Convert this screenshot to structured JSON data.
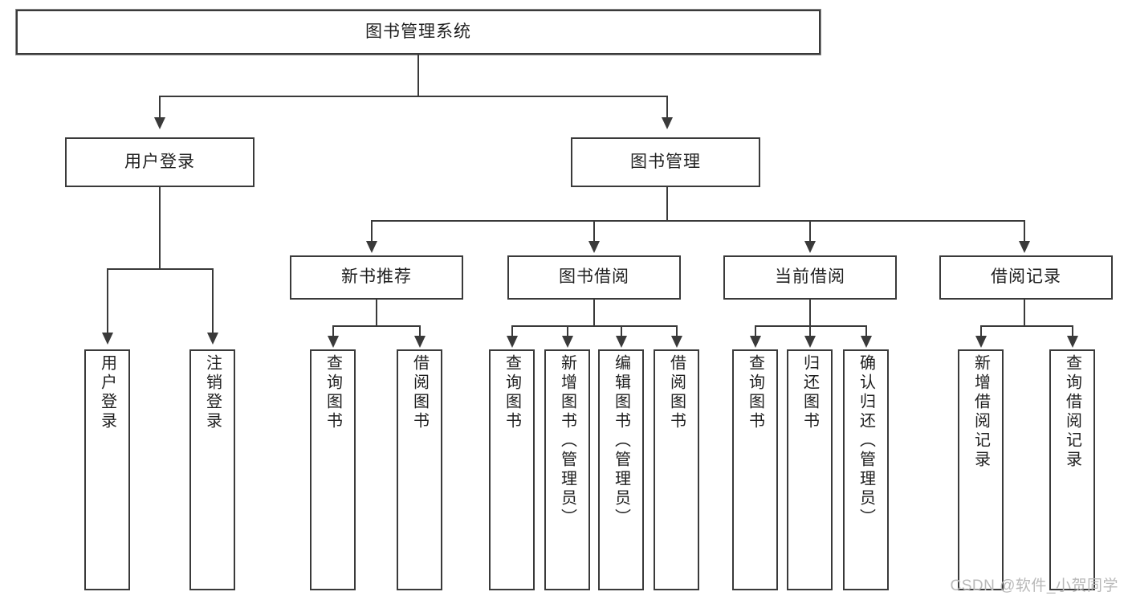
{
  "diagram": {
    "title": "图书管理系统",
    "type": "tree",
    "watermark": "CSDN @软件_小贺同学",
    "colors": {
      "stroke": "#3a3a3a",
      "fill": "#ffffff",
      "text": "#1f1f1f",
      "watermark": "#b9b9b9"
    },
    "root": {
      "label": "图书管理系统"
    },
    "level2": [
      {
        "id": "user-login",
        "label": "用户登录"
      },
      {
        "id": "book-manage",
        "label": "图书管理"
      }
    ],
    "level3": [
      {
        "id": "new-book-recommend",
        "label": "新书推荐",
        "parent": "book-manage"
      },
      {
        "id": "book-borrow",
        "label": "图书借阅",
        "parent": "book-manage"
      },
      {
        "id": "current-borrow",
        "label": "当前借阅",
        "parent": "book-manage"
      },
      {
        "id": "borrow-record",
        "label": "借阅记录",
        "parent": "book-manage"
      }
    ],
    "leaves": [
      {
        "id": "leaf-user-login",
        "label": "用户登录",
        "parent": "user-login"
      },
      {
        "id": "leaf-user-logout",
        "label": "注销登录",
        "parent": "user-login"
      },
      {
        "id": "leaf-query-book-1",
        "label": "查询图书",
        "parent": "new-book-recommend"
      },
      {
        "id": "leaf-borrow-book-1",
        "label": "借阅图书",
        "parent": "new-book-recommend"
      },
      {
        "id": "leaf-query-book-2",
        "label": "查询图书",
        "parent": "book-borrow"
      },
      {
        "id": "leaf-add-book",
        "label": "新增图书（管理员）",
        "parent": "book-borrow"
      },
      {
        "id": "leaf-edit-book",
        "label": "编辑图书（管理员）",
        "parent": "book-borrow"
      },
      {
        "id": "leaf-borrow-book-2",
        "label": "借阅图书",
        "parent": "book-borrow"
      },
      {
        "id": "leaf-query-book-3",
        "label": "查询图书",
        "parent": "current-borrow"
      },
      {
        "id": "leaf-return-book",
        "label": "归还图书",
        "parent": "current-borrow"
      },
      {
        "id": "leaf-confirm-return",
        "label": "确认归还（管理员）",
        "parent": "current-borrow"
      },
      {
        "id": "leaf-add-record",
        "label": "新增借阅记录",
        "parent": "borrow-record"
      },
      {
        "id": "leaf-query-record",
        "label": "查询借阅记录",
        "parent": "borrow-record"
      }
    ]
  }
}
